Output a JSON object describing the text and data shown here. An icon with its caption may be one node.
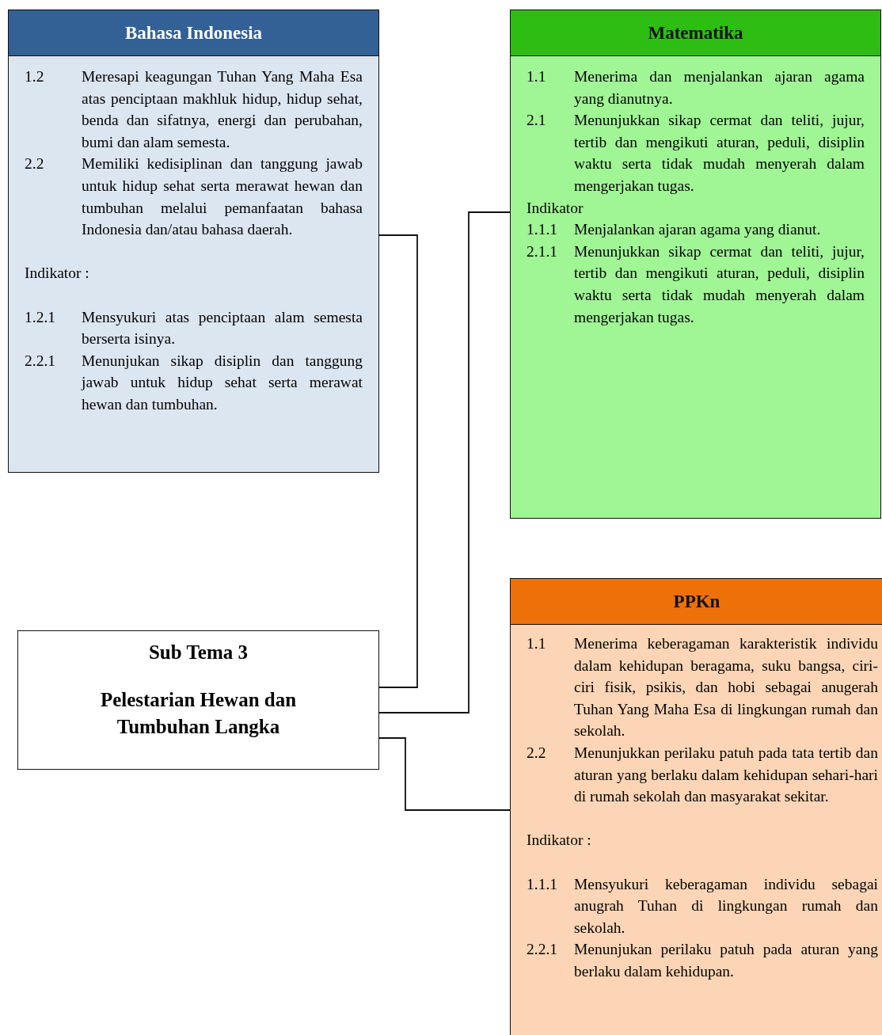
{
  "diagram": {
    "nodes": [
      {
        "text": [
          "Bahasa Indonesia",
          "1.2",
          "Meresapi keagungan Tuhan Yang Maha Esa atas penciptaan makhluk hidup, hidup sehat, benda dan sifatnya, energi dan perubahan, bumi dan alam semesta.",
          "2.2",
          "Memiliki kedisiplinan dan tanggung jawab untuk hidup sehat serta merawat hewan dan tumbuhan melalui pemanfaatan bahasa Indonesia dan/atau bahasa daerah.",
          "Indikator :",
          "1.2.1",
          "Mensyukuri atas penciptaan alam semesta berserta isinya.",
          "2.2.1",
          "Menunjukan sikap disiplin dan tanggung jawab untuk hidup sehat serta merawat hewan dan tumbuhan."
        ]
      },
      {
        "text": [
          "Matematika",
          "1.1",
          "Menerima dan menjalankan ajaran agama yang dianutnya.",
          "2.1",
          "Menunjukkan sikap cermat dan teliti, jujur, tertib dan mengikuti aturan, peduli, disiplin waktu serta tidak mudah menyerah dalam mengerjakan tugas.",
          "Indikator",
          "1.1.1",
          "Menjalankan ajaran agama yang dianut.",
          "2.1.1",
          "Menunjukkan sikap cermat dan teliti, jujur, tertib dan mengikuti aturan, peduli, disiplin waktu serta tidak mudah menyerah dalam mengerjakan tugas."
        ]
      },
      {
        "text": [
          "Sub Tema 3",
          "Pelestarian Hewan dan Tumbuhan Langka"
        ]
      },
      {
        "text": [
          "PPKn",
          "1.1",
          "Menerima keberagaman karakteristik individu dalam kehidupan beragama, suku bangsa, ciri-ciri fisik, psikis, dan hobi sebagai anugerah Tuhan Yang Maha Esa di lingkungan rumah dan sekolah.",
          "2.2",
          "Menunjukkan perilaku patuh pada tata tertib dan aturan yang berlaku dalam kehidupan sehari-hari di rumah sekolah dan masyarakat sekitar.",
          "Indikator :",
          "1.1.1",
          "Mensyukuri keberagaman individu sebagai anugrah Tuhan di lingkungan rumah dan sekolah.",
          "2.2.1",
          "Menunjukan perilaku patuh pada aturan yang berlaku dalam kehidupan."
        ]
      }
    ],
    "edges": [
      {
        "from": 2,
        "to": 0,
        "arrow": "none"
      },
      {
        "from": 2,
        "to": 1,
        "arrow": "none"
      },
      {
        "from": 2,
        "to": 3,
        "arrow": "none"
      }
    ]
  }
}
